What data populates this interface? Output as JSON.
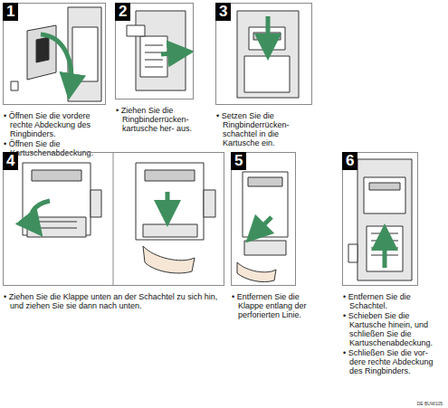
{
  "diagram": {
    "nodes": [
      {
        "text": [
          "1",
          "• Öffnen Sie die vordere rechte Abdeckung des Ringbinders.",
          "• Öffnen Sie die Kartuschenabdeckung."
        ]
      },
      {
        "text": [
          "2",
          "• Ziehen Sie die Ringbinderrücken- kartusche her- aus."
        ]
      },
      {
        "text": [
          "3",
          "• Setzen Sie die Ringbinderrücken- schachtel in die Kartusche ein."
        ]
      },
      {
        "text": [
          "4",
          "• Ziehen Sie die Klappe unten an der Schachtel zu sich hin, und ziehen Sie sie dann nach unten."
        ]
      },
      {
        "text": [
          "5",
          "• Entfernen Sie die Klappe entlang der perforierten Linie."
        ]
      },
      {
        "text": [
          "6",
          "• Entfernen Sie die Schachtel.",
          "• Schieben Sie die Kartusche hinein, und schließen Sie die Kartuschenabdeckung.",
          "• Schließen Sie die vor- dere rechte Abdeckung des Ringbinders."
        ]
      }
    ],
    "labels": [
      "DE BUW105"
    ]
  }
}
